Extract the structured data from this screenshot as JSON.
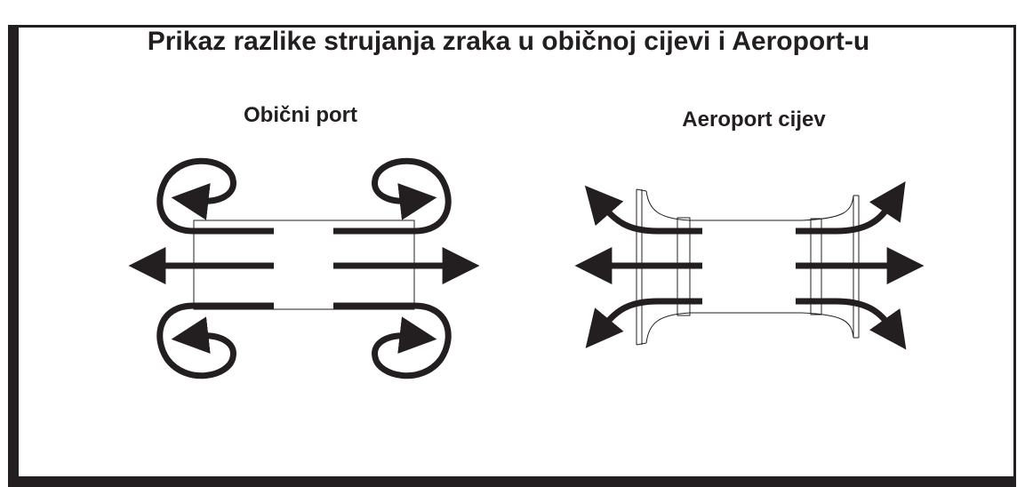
{
  "title": "Prikaz razlike strujanja zraka u običnoj cijevi i Aeroport-u",
  "left_panel": {
    "label": "Obični port"
  },
  "right_panel": {
    "label": "Aeroport cijev"
  },
  "colors": {
    "ink": "#231f20",
    "background": "#ffffff"
  }
}
